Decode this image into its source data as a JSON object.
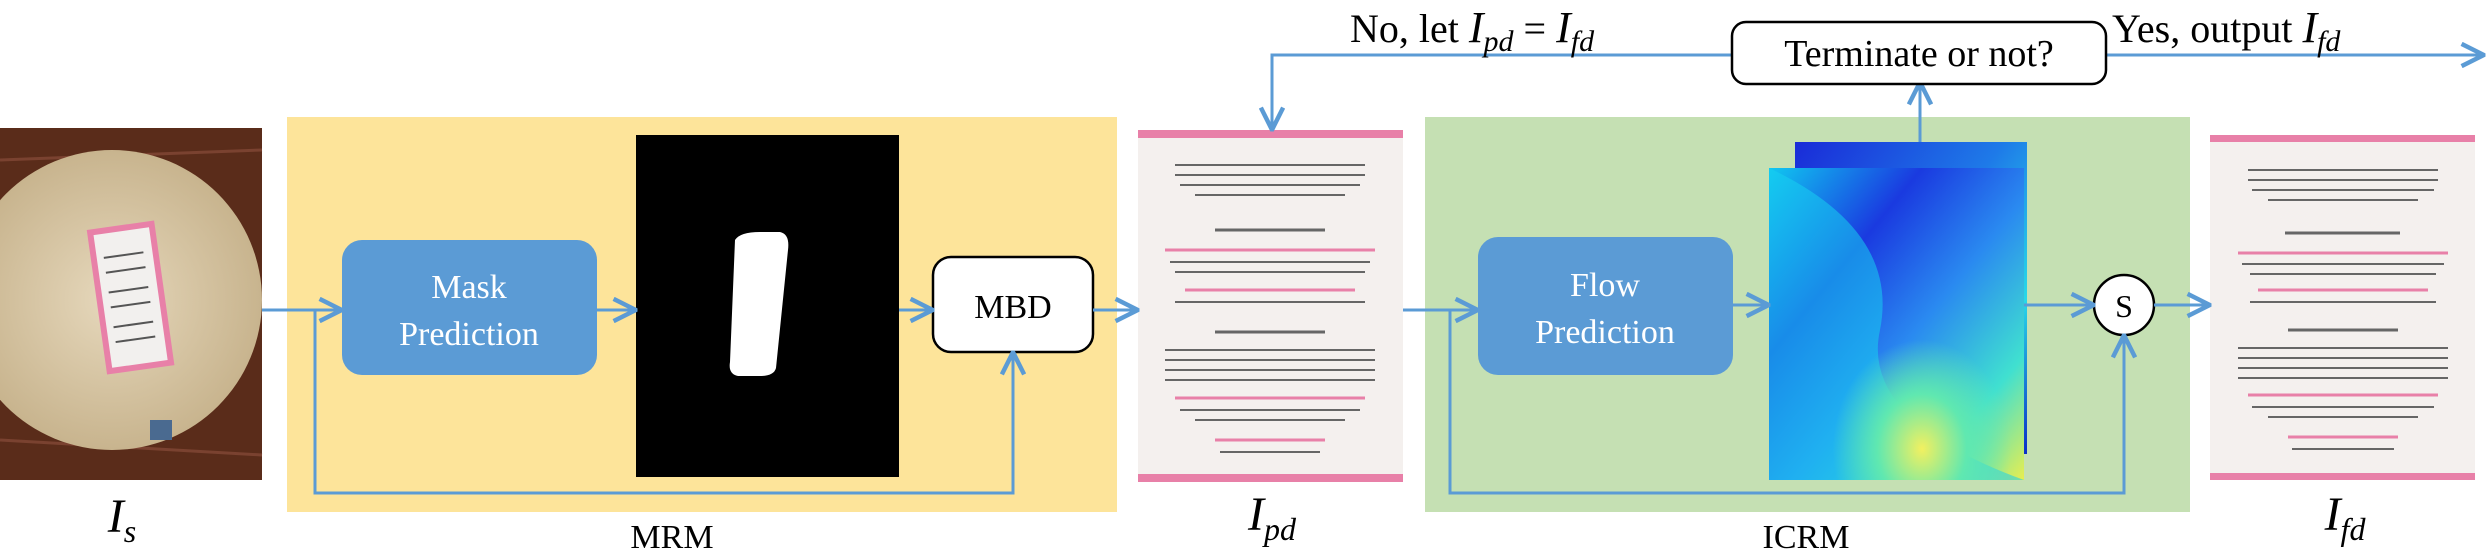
{
  "figure": {
    "input_label": "I_s",
    "mrm": {
      "caption": "MRM",
      "mask_prediction_line1": "Mask",
      "mask_prediction_line2": "Prediction",
      "mbd_label": "MBD"
    },
    "intermediate_label": "I_pd",
    "icrm": {
      "caption": "ICRM",
      "flow_prediction_line1": "Flow",
      "flow_prediction_line2": "Prediction",
      "sampler_label": "S"
    },
    "output_label": "I_fd",
    "feedback": {
      "decision_label": "Terminate or not?",
      "no_prefix": "No, let",
      "no_lhs_base": "I",
      "no_lhs_sub": "pd",
      "no_eq": "=",
      "no_rhs_base": "I",
      "no_rhs_sub": "fd",
      "yes_prefix": "Yes, output",
      "yes_base": "I",
      "yes_sub": "fd"
    },
    "colors": {
      "arrow": "#5b9bd5",
      "module_box": "#5b9bd5",
      "mrm_bg": "#fde49a",
      "icrm_bg": "#c5e0b3",
      "mask_bg": "#000000",
      "mask_fg": "#ffffff",
      "paper_pink": "#e880a8",
      "paper_bg": "#f4f0ee",
      "table_wood": "#d8c8a8",
      "floor_wood": "#5a2c1a"
    }
  }
}
